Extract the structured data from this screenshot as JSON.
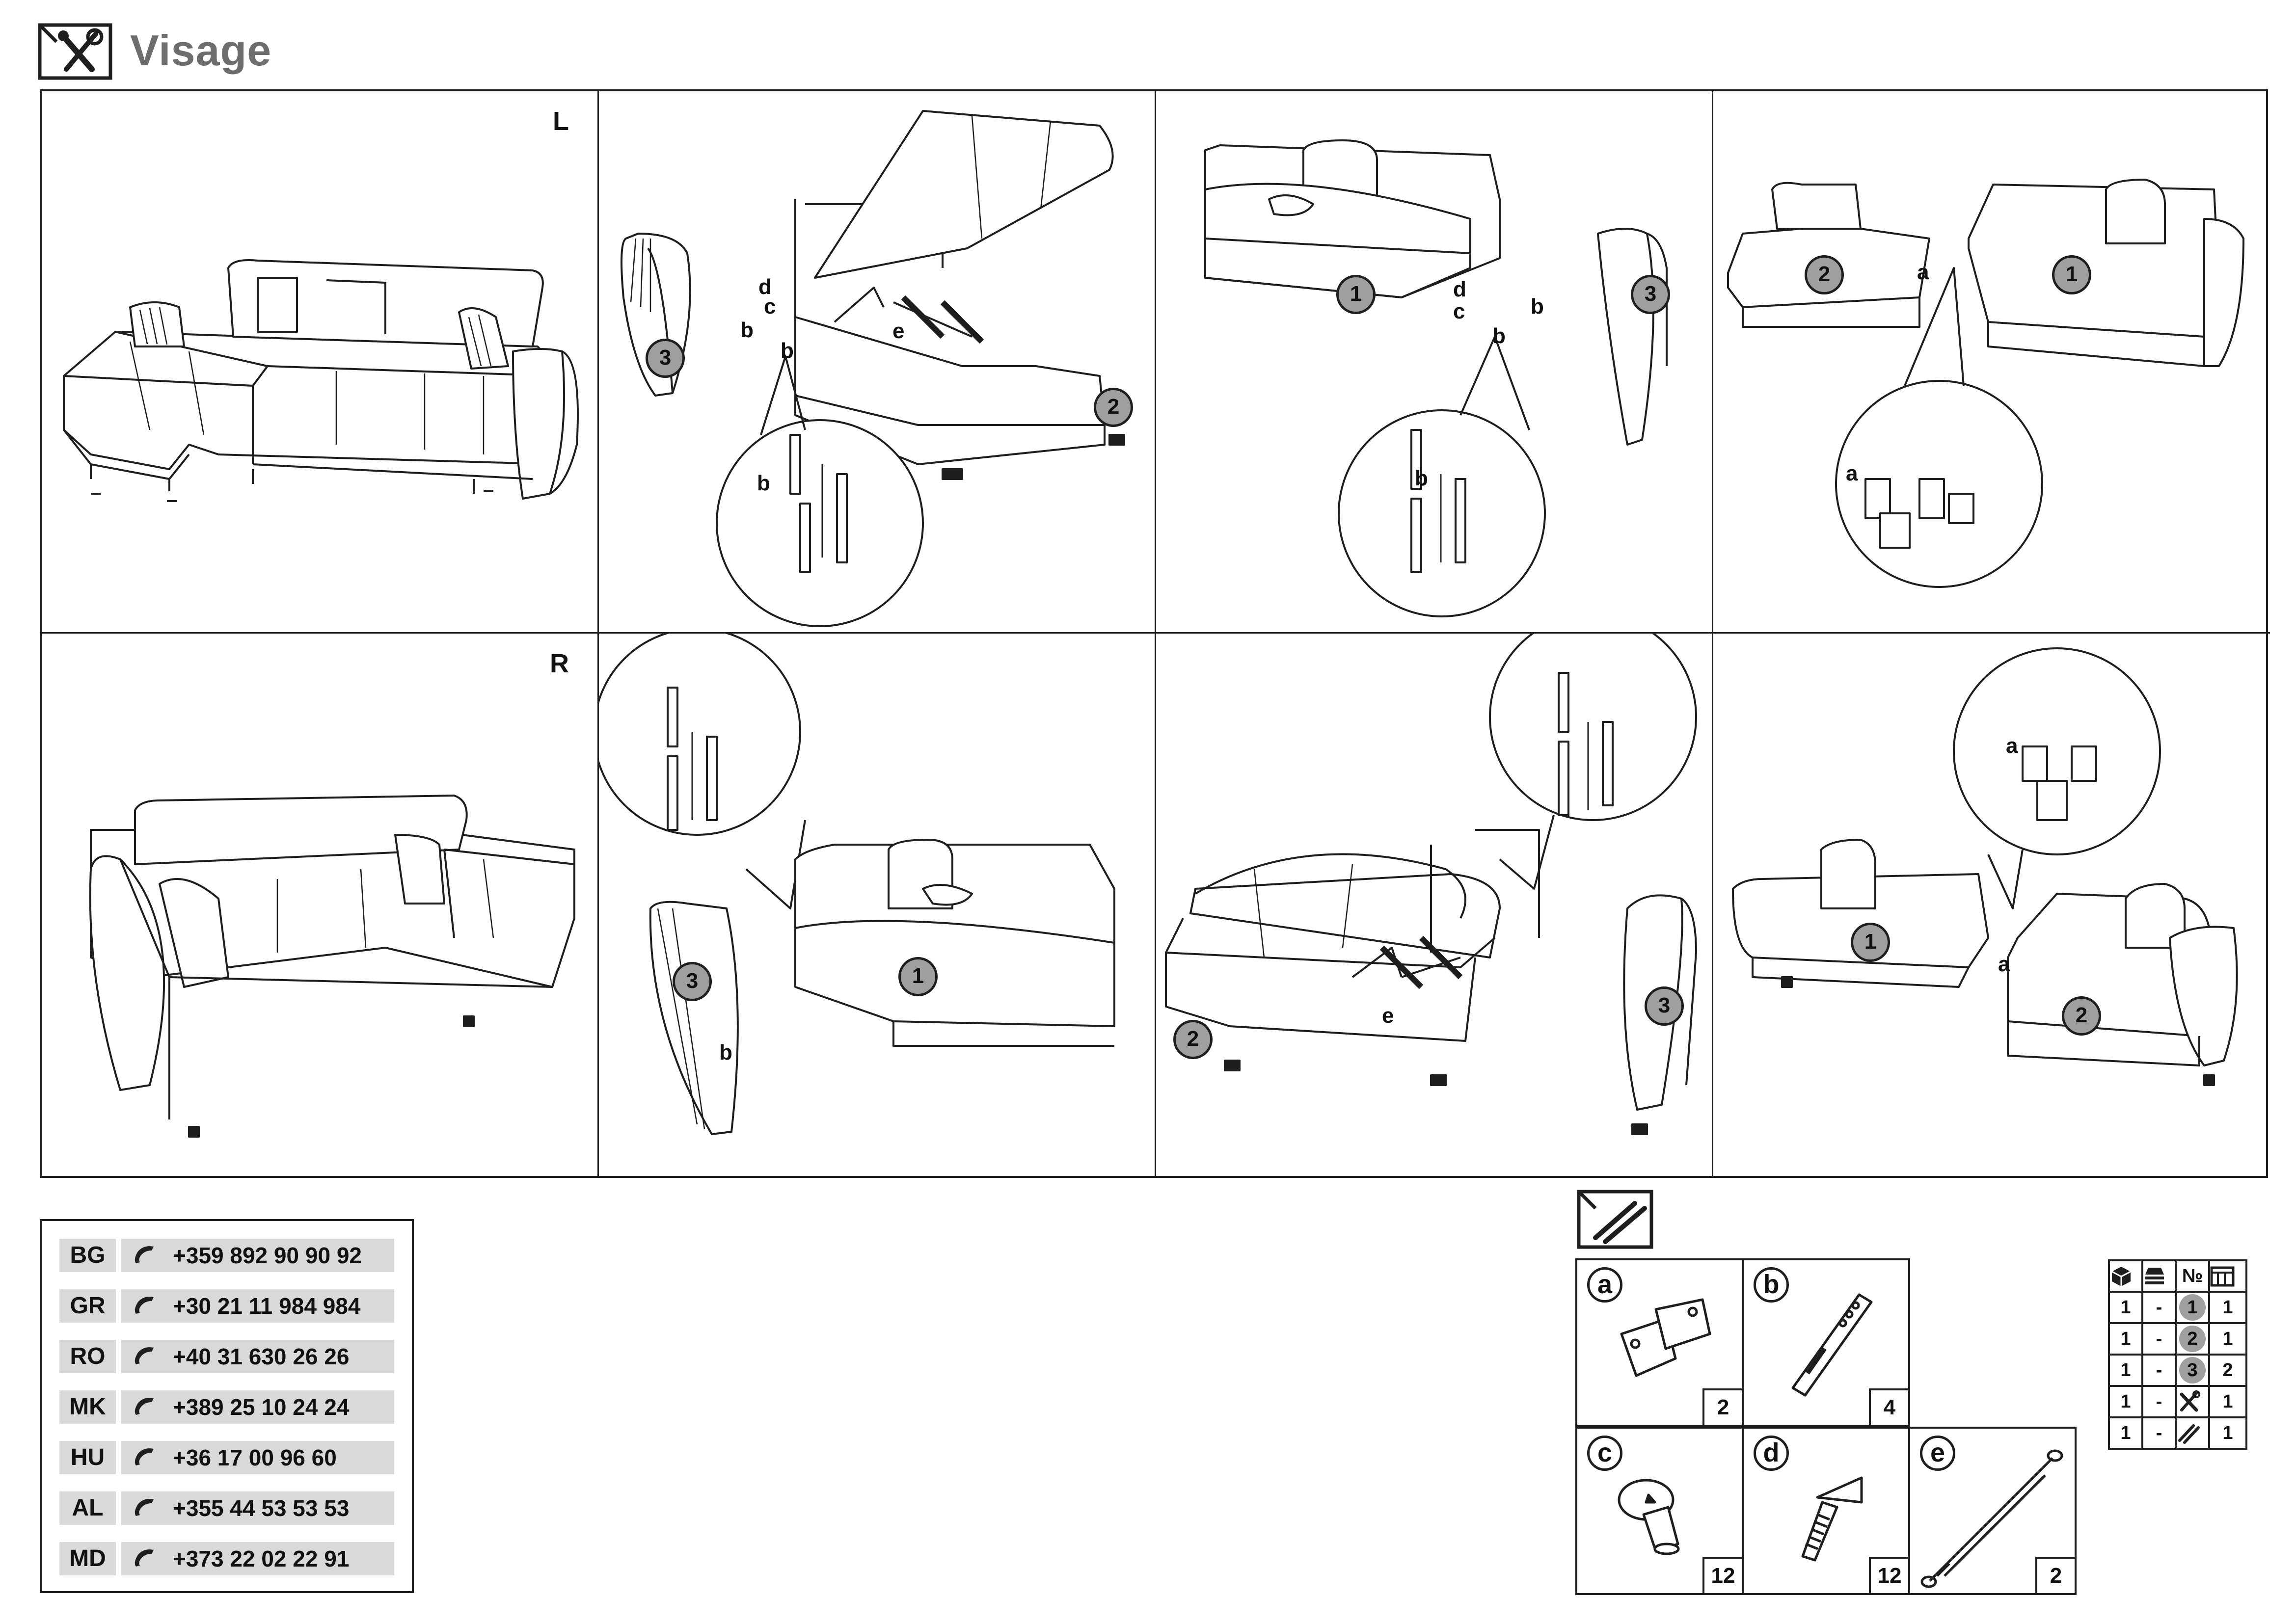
{
  "header": {
    "title": "Visage",
    "icon": "tools-icon"
  },
  "panels": {
    "top_label": "L",
    "bottom_label": "R",
    "callouts": {
      "a": "a",
      "b": "b",
      "c": "c",
      "d": "d",
      "e": "e",
      "n1": "1",
      "n2": "2",
      "n3": "3"
    }
  },
  "contacts": [
    {
      "country": "BG",
      "phone": "+359 892 90 90 92"
    },
    {
      "country": "GR",
      "phone": "+30 21 11 984 984"
    },
    {
      "country": "RO",
      "phone": "+40 31 630 26 26"
    },
    {
      "country": "MK",
      "phone": "+389 25 10 24 24"
    },
    {
      "country": "HU",
      "phone": "+36 17 00 96 60"
    },
    {
      "country": "AL",
      "phone": "+355 44 53 53 53"
    },
    {
      "country": "MD",
      "phone": "+373 22 02 22 91"
    }
  ],
  "hardware": {
    "icon": "screws-icon",
    "parts": [
      {
        "letter": "a",
        "qty": "2",
        "icon": "hinge-bracket-icon"
      },
      {
        "letter": "b",
        "qty": "4",
        "icon": "connector-plate-icon"
      },
      {
        "letter": "c",
        "qty": "12",
        "icon": "bolt-icon"
      },
      {
        "letter": "d",
        "qty": "12",
        "icon": "screw-icon"
      },
      {
        "letter": "e",
        "qty": "2",
        "icon": "spring-icon"
      }
    ]
  },
  "package_table": {
    "header_icons": [
      "box-icon",
      "stack-icon",
      "number-icon",
      "calendar-icon"
    ],
    "header_number": "№",
    "rows": [
      {
        "boxes": "1",
        "dash": "-",
        "item": "1",
        "count": "1"
      },
      {
        "boxes": "1",
        "dash": "-",
        "item": "2",
        "count": "1"
      },
      {
        "boxes": "1",
        "dash": "-",
        "item": "3",
        "count": "2"
      },
      {
        "boxes": "1",
        "dash": "-",
        "item": "tools-icon",
        "count": "1"
      },
      {
        "boxes": "1",
        "dash": "-",
        "item": "screws-icon",
        "count": "1"
      }
    ]
  }
}
